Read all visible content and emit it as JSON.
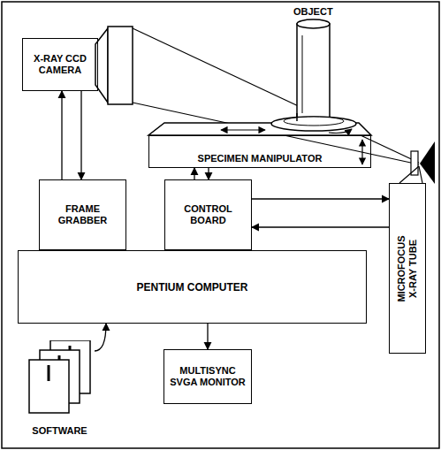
{
  "diagram": {
    "nodes": [
      {
        "text": [
          "X-RAY CCD CAMERA"
        ]
      },
      {
        "text": [
          "SPECIMEN MANIPULATOR"
        ]
      },
      {
        "text": [
          "FRAME GRABBER"
        ]
      },
      {
        "text": [
          "CONTROL BOARD"
        ]
      },
      {
        "text": [
          "MICROFOCUS X-RAY TUBE"
        ]
      },
      {
        "text": [
          "PENTIUM COMPUTER"
        ]
      },
      {
        "text": [
          "MULTISYNC SVGA MONITOR"
        ]
      },
      {
        "text": [
          "SOFTWARE"
        ]
      }
    ],
    "edges": [
      {
        "from": 2,
        "to": 0,
        "arrow": "to"
      },
      {
        "from": 0,
        "to": 2,
        "arrow": "to"
      },
      {
        "from": 3,
        "to": 1,
        "arrow": "to"
      },
      {
        "from": 1,
        "to": 3,
        "arrow": "to"
      },
      {
        "from": 3,
        "to": 4,
        "arrow": "to"
      },
      {
        "from": 4,
        "to": 3,
        "arrow": "to"
      },
      {
        "from": 5,
        "to": 6,
        "arrow": "to"
      },
      {
        "from": 7,
        "to": 5,
        "arrow": "to"
      }
    ],
    "labels": [
      "OBJECT"
    ]
  }
}
